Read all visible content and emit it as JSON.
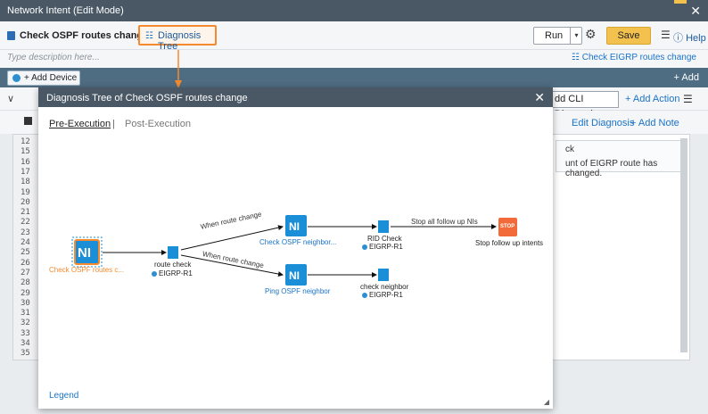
{
  "window": {
    "title": "Network Intent (Edit Mode)",
    "close_glyph": "✕"
  },
  "toolbar": {
    "intent_title": "Check OSPF routes change",
    "diagnosis_tree_label": "Diagnosis Tree",
    "run_label": "Run",
    "save_label": "Save",
    "help_label": "Help"
  },
  "description": {
    "placeholder": "Type description here...",
    "link_label": "Check EIGRP routes change"
  },
  "devicebar": {
    "add_device_label": "+ Add Device",
    "add_label": "+ Add"
  },
  "section": {
    "add_cli_label": "dd CLI Diagnosis",
    "add_action_label": "+ Add Action",
    "edit_diagnosis_label": "Edit Diagnosis",
    "add_note_label": "+ Add Note"
  },
  "code": {
    "line_numbers": [
      "12",
      "15",
      "16",
      "17",
      "18",
      "19",
      "20",
      "21",
      "22",
      "23",
      "24",
      "25",
      "26",
      "27",
      "28",
      "29",
      "30",
      "31",
      "32",
      "33",
      "34",
      "35"
    ],
    "note_line1": "ck",
    "note_line2": "unt of EIGRP route has changed."
  },
  "dialog": {
    "title": "Diagnosis Tree of Check OSPF routes change",
    "tab_pre": "Pre-Execution",
    "tab_sep": "|",
    "tab_post": "Post-Execution",
    "legend": "Legend"
  },
  "tree": {
    "root": {
      "label": "Check OSPF routes c...",
      "badge": "NI"
    },
    "route_check": {
      "label": "route check",
      "device": "EIGRP-R1"
    },
    "edge_upper": "When route change",
    "edge_lower": "When route change",
    "ospf_neighbor": {
      "label": "Check OSPF neighbor...",
      "badge": "NI"
    },
    "ping_ospf": {
      "label": "Ping OSPF neighbor",
      "badge": "NI"
    },
    "rid_check": {
      "label": "RID Check",
      "device": "EIGRP-R1"
    },
    "check_neighbor": {
      "label": "check neighbor",
      "device": "EIGRP-R1"
    },
    "edge_stop": "Stop all follow up NIs",
    "stop": {
      "label": "Stop follow up intents",
      "badge": "STOP"
    },
    "colors": {
      "ni_blue": "#1a8fd8",
      "stop_orange": "#f26a3a",
      "root_orange": "#f58a2e"
    }
  }
}
